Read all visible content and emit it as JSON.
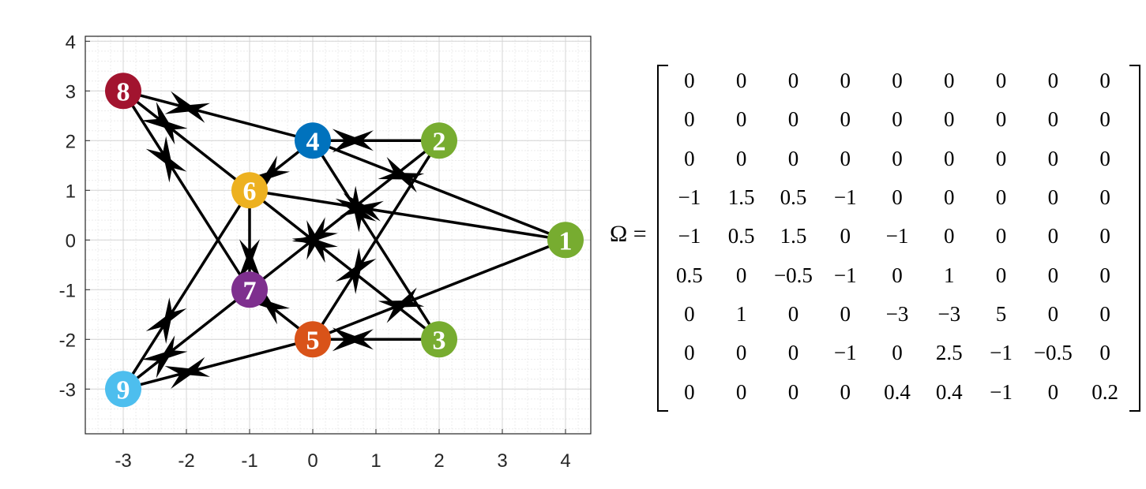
{
  "plot": {
    "x_ticks": [
      "-3",
      "-2",
      "-1",
      "0",
      "1",
      "2",
      "3",
      "4"
    ],
    "y_ticks": [
      "4",
      "3",
      "2",
      "1",
      "0",
      "-1",
      "-2",
      "-3"
    ],
    "xlim": [
      -3.6,
      4.4
    ],
    "ylim": [
      -3.9,
      4.1
    ],
    "grid": true,
    "minor_grid": true
  },
  "nodes": [
    {
      "id": "1",
      "x": 4,
      "y": 0,
      "color": "#77AC30"
    },
    {
      "id": "2",
      "x": 2,
      "y": 2,
      "color": "#77AC30"
    },
    {
      "id": "3",
      "x": 2,
      "y": -2,
      "color": "#77AC30"
    },
    {
      "id": "4",
      "x": 0,
      "y": 2,
      "color": "#0072BD"
    },
    {
      "id": "5",
      "x": 0,
      "y": -2,
      "color": "#D95319"
    },
    {
      "id": "6",
      "x": -1,
      "y": 1,
      "color": "#EDB120"
    },
    {
      "id": "7",
      "x": -1,
      "y": -1,
      "color": "#7E2F8E"
    },
    {
      "id": "8",
      "x": -3,
      "y": 3,
      "color": "#A2142F"
    },
    {
      "id": "9",
      "x": -3,
      "y": -3,
      "color": "#4DBEEE"
    }
  ],
  "edges": [
    {
      "from": "2",
      "to": "4"
    },
    {
      "from": "1",
      "to": "4"
    },
    {
      "from": "3",
      "to": "4"
    },
    {
      "from": "3",
      "to": "5"
    },
    {
      "from": "1",
      "to": "5"
    },
    {
      "from": "2",
      "to": "5"
    },
    {
      "from": "1",
      "to": "6"
    },
    {
      "from": "4",
      "to": "6"
    },
    {
      "from": "2",
      "to": "7"
    },
    {
      "from": "6",
      "to": "7"
    },
    {
      "from": "5",
      "to": "7"
    },
    {
      "from": "4",
      "to": "8"
    },
    {
      "from": "6",
      "to": "8"
    },
    {
      "from": "7",
      "to": "8"
    },
    {
      "from": "6",
      "to": "9"
    },
    {
      "from": "7",
      "to": "9"
    },
    {
      "from": "5",
      "to": "9"
    },
    {
      "from": "3",
      "to": "6"
    }
  ],
  "matrix": {
    "label": "Ω =",
    "rows": [
      [
        "0",
        "0",
        "0",
        "0",
        "0",
        "0",
        "0",
        "0",
        "0"
      ],
      [
        "0",
        "0",
        "0",
        "0",
        "0",
        "0",
        "0",
        "0",
        "0"
      ],
      [
        "0",
        "0",
        "0",
        "0",
        "0",
        "0",
        "0",
        "0",
        "0"
      ],
      [
        "−1",
        "1.5",
        "0.5",
        "−1",
        "0",
        "0",
        "0",
        "0",
        "0"
      ],
      [
        "−1",
        "0.5",
        "1.5",
        "0",
        "−1",
        "0",
        "0",
        "0",
        "0"
      ],
      [
        "0.5",
        "0",
        "−0.5",
        "−1",
        "0",
        "1",
        "0",
        "0",
        "0"
      ],
      [
        "0",
        "1",
        "0",
        "0",
        "−3",
        "−3",
        "5",
        "0",
        "0"
      ],
      [
        "0",
        "0",
        "0",
        "−1",
        "0",
        "2.5",
        "−1",
        "−0.5",
        "0"
      ],
      [
        "0",
        "0",
        "0",
        "0",
        "0.4",
        "0.4",
        "−1",
        "0",
        "0.2"
      ]
    ]
  }
}
